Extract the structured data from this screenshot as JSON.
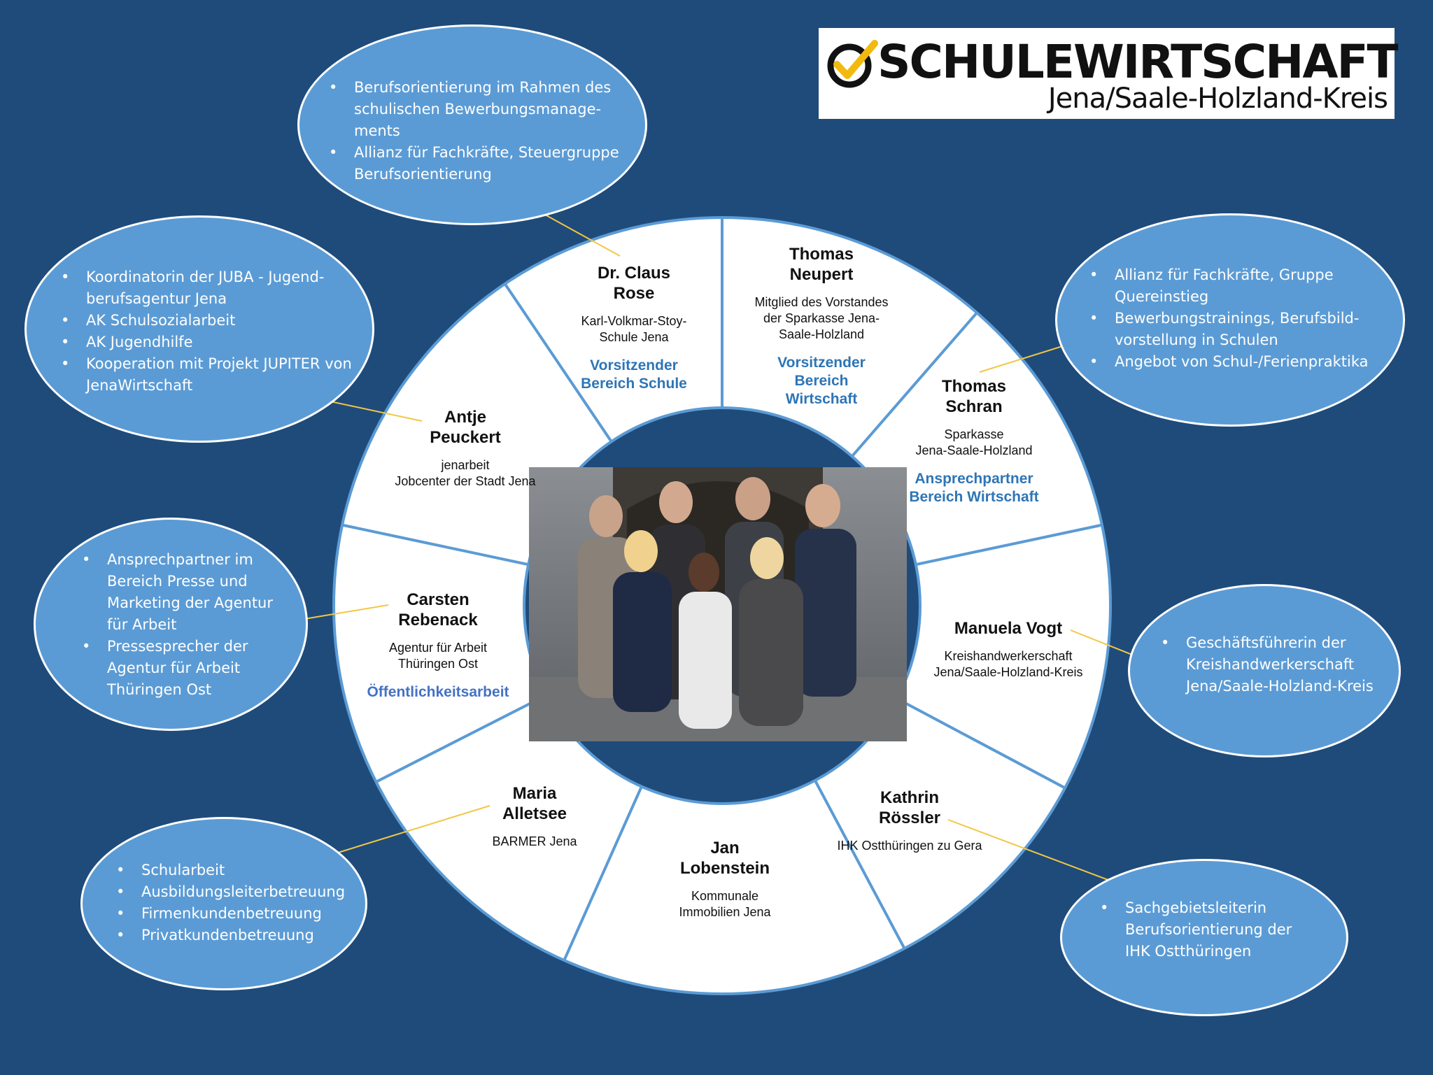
{
  "logo": {
    "title": "SCHULEWIRTSCHAFT",
    "subtitle": "Jena/Saale-Holzland-Kreis"
  },
  "members": [
    {
      "name_lines": [
        "Dr. Claus",
        "Rose"
      ],
      "org_lines": [
        "Karl-Volkmar-Stoy-",
        "Schule Jena"
      ],
      "role_lines": [
        "Vorsitzender",
        "Bereich Schule"
      ]
    },
    {
      "name_lines": [
        "Thomas",
        "Neupert"
      ],
      "org_lines": [
        "Mitglied des Vorstandes",
        "der Sparkasse Jena-",
        "Saale-Holzland"
      ],
      "role_lines": [
        "Vorsitzender",
        "Bereich",
        "Wirtschaft"
      ]
    },
    {
      "name_lines": [
        "Thomas",
        "Schran"
      ],
      "org_lines": [
        "Sparkasse",
        "Jena-Saale-Holzland"
      ],
      "role_lines": [
        "Ansprechpartner",
        "Bereich Wirtschaft"
      ]
    },
    {
      "name_lines": [
        "Manuela Vogt"
      ],
      "org_lines": [
        "Kreishandwerkerschaft",
        "Jena/Saale-Holzland-Kreis"
      ],
      "role_lines": []
    },
    {
      "name_lines": [
        "Kathrin",
        "Rössler"
      ],
      "org_lines": [
        "IHK Ostthüringen zu Gera"
      ],
      "role_lines": []
    },
    {
      "name_lines": [
        "Jan",
        "Lobenstein"
      ],
      "org_lines": [
        "Kommunale",
        "Immobilien Jena"
      ],
      "role_lines": []
    },
    {
      "name_lines": [
        "Maria",
        "Alletsee"
      ],
      "org_lines": [
        "BARMER Jena"
      ],
      "role_lines": []
    },
    {
      "name_lines": [
        "Carsten",
        "Rebenack"
      ],
      "org_lines": [
        "Agentur für Arbeit",
        "Thüringen Ost"
      ],
      "role_lines": [
        "Öffentlichkeitsarbeit"
      ]
    },
    {
      "name_lines": [
        "Antje",
        "Peuckert"
      ],
      "org_lines": [
        "jenarbeit",
        "Jobcenter der Stadt Jena"
      ],
      "role_lines": []
    }
  ],
  "bubbles": {
    "rose": [
      "Berufsorientierung im Rahmen des schulischen Bewerbungsmanage- ments",
      "Allianz für Fachkräfte, Steuergruppe Berufsorientierung"
    ],
    "peuckert": [
      "Koordinatorin der JUBA -  Jugend- berufsagentur Jena",
      "AK Schulsozialarbeit",
      "AK Jugendhilfe",
      "Kooperation mit Projekt JUPITER von JenaWirtschaft"
    ],
    "rebenack": [
      "Ansprechpartner im Bereich Presse und Marketing der Agentur für Arbeit",
      "Pressesprecher der Agentur für Arbeit Thüringen Ost"
    ],
    "alletsee": [
      "Schularbeit",
      "Ausbildungsleiterbetreuung",
      "Firmenkundenbetreuung",
      "Privatkundenbetreuung"
    ],
    "schran": [
      "Allianz für Fachkräfte, Gruppe Quereinstieg",
      "Bewerbungstrainings, Berufsbild- vorstellung in Schulen",
      "Angebot von Schul-/Ferienpraktika"
    ],
    "vogt": [
      "Geschäftsführerin der Kreishandwerkerschaft Jena/Saale-Holzland-Kreis"
    ],
    "roessler": [
      "Sachgebietsleiterin Berufsorientierung der IHK Ostthüringen"
    ]
  },
  "colors": {
    "background": "#1f4b7a",
    "bubble": "#5b9bd5",
    "role_text": "#2e75b6",
    "connector": "#f2c744",
    "ring_stroke": "#5b9bd5"
  }
}
